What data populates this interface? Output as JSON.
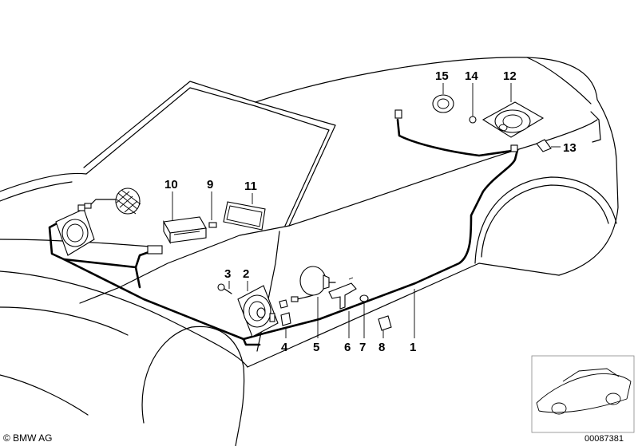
{
  "callouts": [
    {
      "id": "1",
      "label": "1"
    },
    {
      "id": "2",
      "label": "2"
    },
    {
      "id": "3",
      "label": "3"
    },
    {
      "id": "4",
      "label": "4"
    },
    {
      "id": "5",
      "label": "5"
    },
    {
      "id": "6",
      "label": "6"
    },
    {
      "id": "7",
      "label": "7"
    },
    {
      "id": "8",
      "label": "8"
    },
    {
      "id": "9",
      "label": "9"
    },
    {
      "id": "10",
      "label": "10"
    },
    {
      "id": "11",
      "label": "11"
    },
    {
      "id": "12",
      "label": "12"
    },
    {
      "id": "13",
      "label": "13"
    },
    {
      "id": "14",
      "label": "14"
    },
    {
      "id": "15",
      "label": "15"
    }
  ],
  "footer": {
    "copyright": "© BMW AG",
    "part_number": "00087381"
  },
  "icons": {
    "thumbnail": "car-thumbnail-icon"
  }
}
